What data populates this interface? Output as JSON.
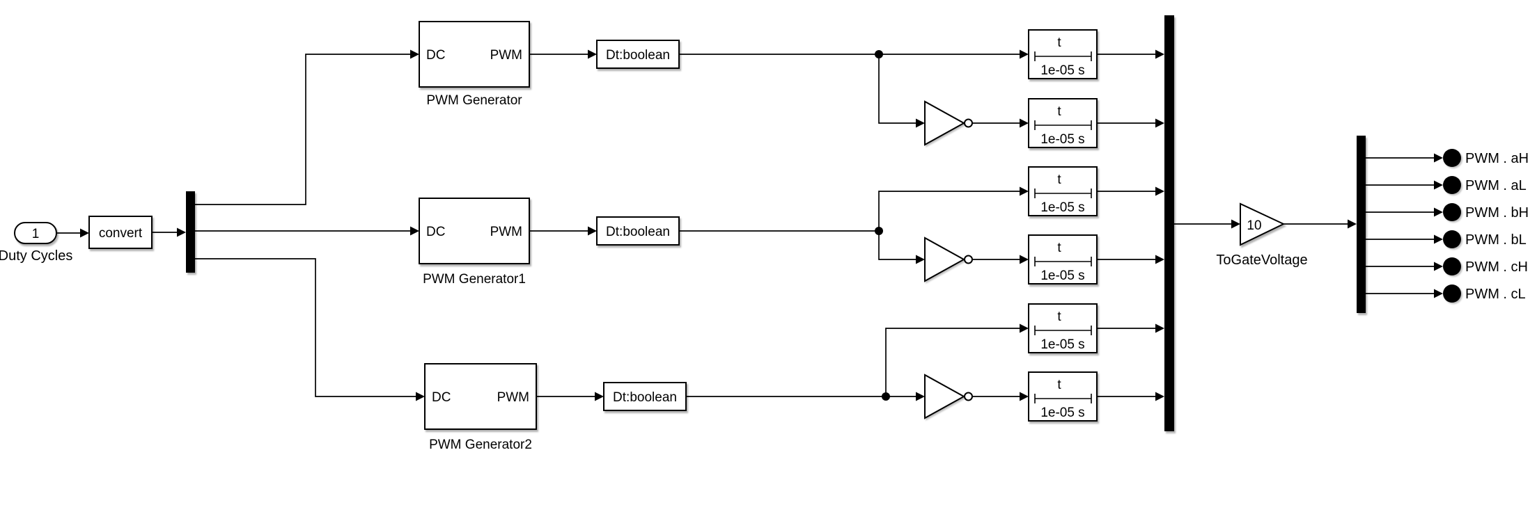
{
  "blocks": {
    "input_port": {
      "number": "1",
      "name": "Duty Cycles"
    },
    "convert": {
      "label": "convert"
    },
    "pwm_generators": [
      {
        "name": "PWM Generator",
        "input_label": "DC",
        "output_label": "PWM"
      },
      {
        "name": "PWM Generator1",
        "input_label": "DC",
        "output_label": "PWM"
      },
      {
        "name": "PWM Generator2",
        "input_label": "DC",
        "output_label": "PWM"
      }
    ],
    "data_type_conversion": {
      "label": "Dt:boolean"
    },
    "transport_delay": {
      "icon_label": "t",
      "delay_label": "1e-05 s"
    },
    "gain": {
      "value": "10",
      "name": "ToGateVoltage"
    }
  },
  "output_ports": [
    {
      "label": "PWM . aH"
    },
    {
      "label": "PWM . aL"
    },
    {
      "label": "PWM . bH"
    },
    {
      "label": "PWM . bL"
    },
    {
      "label": "PWM . cH"
    },
    {
      "label": "PWM . cL"
    }
  ],
  "colors": {
    "background": "#ffffff",
    "line": "#000000",
    "block_fill": "#ffffff"
  }
}
